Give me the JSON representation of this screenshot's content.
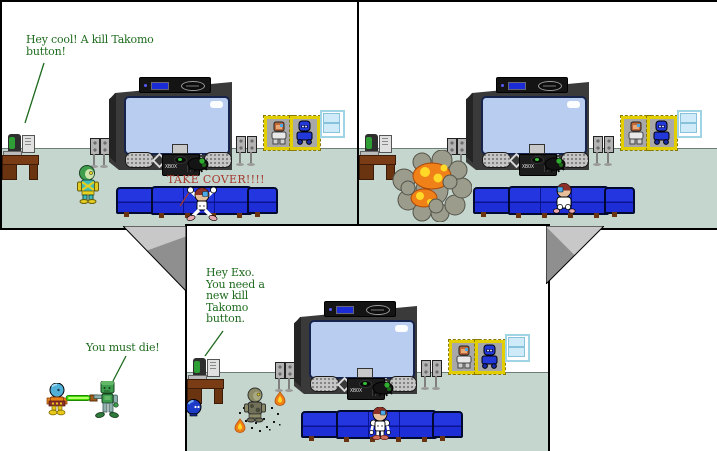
{
  "comic": {
    "panels": {
      "p1": {
        "speech": "Hey cool! A kill Takomo\nbutton!",
        "shout": "TAKE COVER!!!!"
      },
      "p2": {},
      "p3": {
        "speech": "Hey Exo.\nYou need a\nnew kill\nTakomo\nbutton."
      }
    },
    "outside": {
      "speech": "You must die!"
    },
    "console_label": "XBOX"
  },
  "colors": {
    "floor": "#c5d6ce",
    "wall": "#ffffff",
    "panel-border": "#000000",
    "speech": "#1e6b1e",
    "shout": "#a5392e",
    "couch": "#1d2ed6",
    "couch-line": "#000a30",
    "frame": "#e3cf00",
    "pic-bg": "#a8a8a8",
    "window-border": "#9fd4e6",
    "window-pane": "#cfeaf8",
    "tv-body": "#3a3a3a",
    "tv-side": "#242424",
    "screen": "#b9cdf1",
    "screen-border": "#16244d",
    "grill": "#c6c6c6",
    "desk": "#7a3c14",
    "leg-brown": "#6b3410",
    "floor-line": "#6e7e76",
    "smoke": "#9c9c8c",
    "fire": "#f08018",
    "fire-core": "#ffd828",
    "beam": "#3fd800",
    "wedge-light": "#c8c8c8",
    "wedge-dark": "#8f8f8f"
  }
}
